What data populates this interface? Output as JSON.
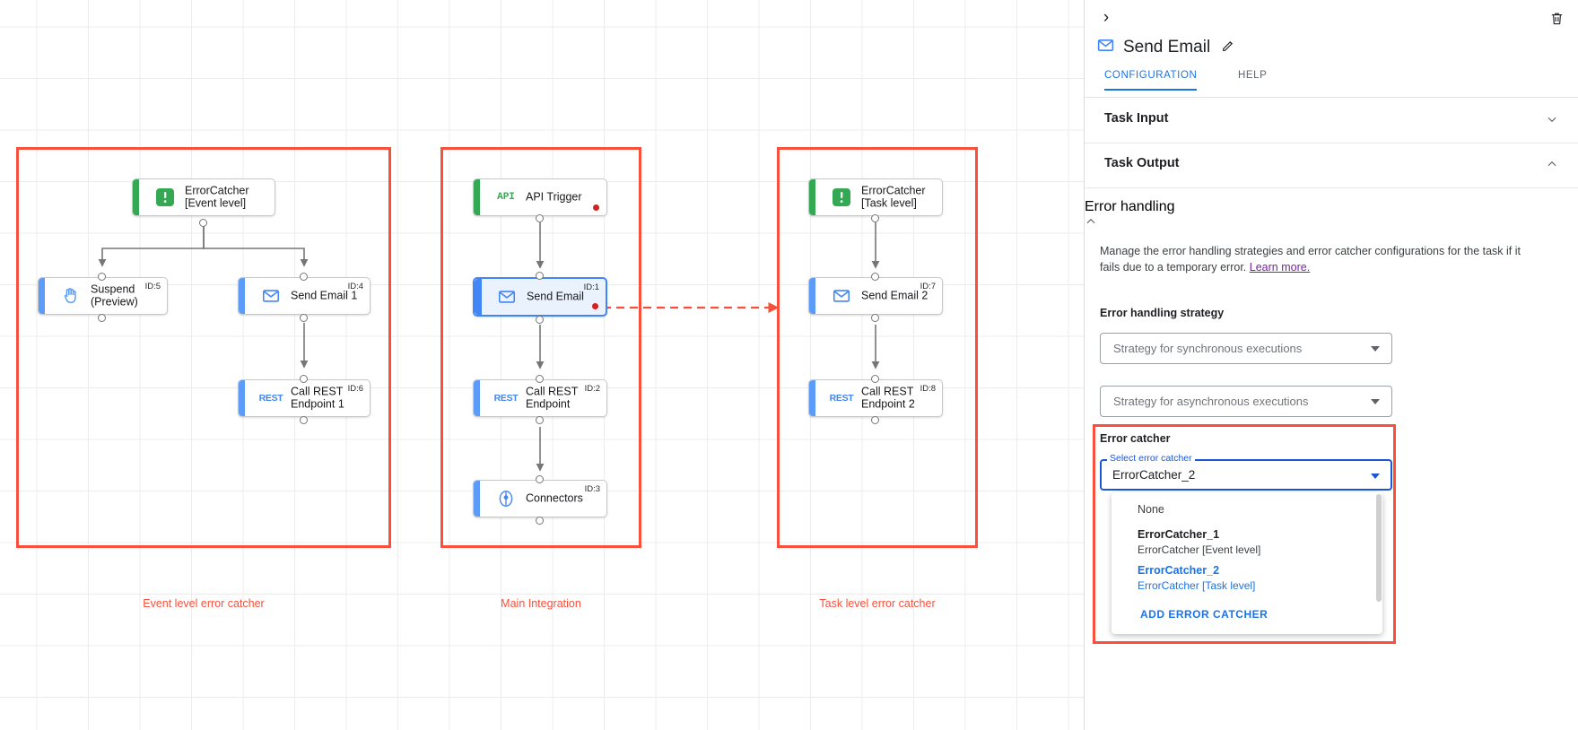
{
  "canvas": {
    "groups": [
      {
        "id": "event-level",
        "label": "Event level error catcher"
      },
      {
        "id": "main-integration",
        "label": "Main Integration"
      },
      {
        "id": "task-level",
        "label": "Task level error catcher"
      }
    ],
    "nodes": [
      {
        "key": "errorcatcher_event",
        "title": "ErrorCatcher\n[Event level]",
        "icon": "error-catcher-icon",
        "id_label": "",
        "accent": "green",
        "selected": false
      },
      {
        "key": "suspend",
        "title": "Suspend\n(Preview)",
        "icon": "hand-icon",
        "id_label": "ID:5",
        "accent": "blue",
        "selected": false
      },
      {
        "key": "send_email_1",
        "title": "Send Email 1",
        "icon": "envelope-icon",
        "id_label": "ID:4",
        "accent": "blue",
        "selected": false
      },
      {
        "key": "call_rest_1",
        "title": "Call REST\nEndpoint 1",
        "icon": "rest-icon",
        "id_label": "ID:6",
        "accent": "blue",
        "selected": false
      },
      {
        "key": "api_trigger",
        "title": "API Trigger",
        "icon": "api-icon",
        "id_label": "",
        "accent": "green",
        "selected": false
      },
      {
        "key": "send_email",
        "title": "Send Email",
        "icon": "envelope-icon",
        "id_label": "ID:1",
        "accent": "blue",
        "selected": true
      },
      {
        "key": "call_rest",
        "title": "Call REST\nEndpoint",
        "icon": "rest-icon",
        "id_label": "ID:2",
        "accent": "blue",
        "selected": false
      },
      {
        "key": "connectors",
        "title": "Connectors",
        "icon": "connectors-icon",
        "id_label": "ID:3",
        "accent": "blue",
        "selected": false
      },
      {
        "key": "errorcatcher_task",
        "title": "ErrorCatcher\n[Task level]",
        "icon": "error-catcher-icon",
        "id_label": "",
        "accent": "green",
        "selected": false
      },
      {
        "key": "send_email_2",
        "title": "Send Email 2",
        "icon": "envelope-icon",
        "id_label": "ID:7",
        "accent": "blue",
        "selected": false
      },
      {
        "key": "call_rest_2",
        "title": "Call REST\nEndpoint 2",
        "icon": "rest-icon",
        "id_label": "ID:8",
        "accent": "blue",
        "selected": false
      }
    ]
  },
  "panel": {
    "back_icon": "chevron-right-icon",
    "delete_icon": "trash-icon",
    "title": "Send Email",
    "title_icon": "envelope-icon",
    "edit_icon": "pencil-icon",
    "tabs": [
      {
        "key": "configuration",
        "label": "CONFIGURATION",
        "active": true
      },
      {
        "key": "help",
        "label": "HELP",
        "active": false
      }
    ],
    "accordions": [
      {
        "key": "task_input",
        "label": "Task Input",
        "state": "collapsed"
      },
      {
        "key": "task_output",
        "label": "Task Output",
        "state": "expanded"
      },
      {
        "key": "error_handling",
        "label": "Error handling",
        "state": "expanded"
      }
    ],
    "error_handling": {
      "description": "Manage the error handling strategies and error catcher configurations for the task if it fails due to a temporary error.",
      "learn_more": "Learn more.",
      "strategy_label": "Error handling strategy",
      "sync_placeholder": "Strategy for synchronous executions",
      "async_placeholder": "Strategy for asynchronous executions",
      "error_catcher_label": "Error catcher",
      "select_legend": "Select error catcher",
      "selected_value": "ErrorCatcher_2",
      "options": [
        {
          "primary": "None",
          "secondary": "",
          "selected": false
        },
        {
          "primary": "ErrorCatcher_1",
          "secondary": "ErrorCatcher [Event level]",
          "selected": false
        },
        {
          "primary": "ErrorCatcher_2",
          "secondary": "ErrorCatcher [Task level]",
          "selected": true
        }
      ],
      "add_button": "ADD ERROR CATCHER"
    }
  },
  "colors": {
    "highlight_red": "#f8503c",
    "accent_blue": "#1a73e8",
    "node_green": "#34a853",
    "node_blue": "#5a9cf8",
    "link_purple": "#7b1fa2",
    "error_dot": "#d32020"
  }
}
